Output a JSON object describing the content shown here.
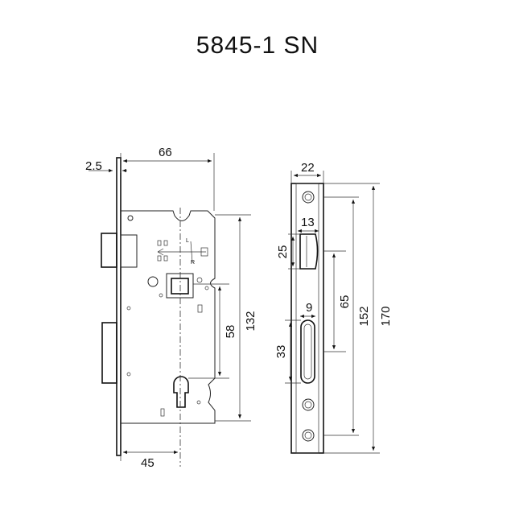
{
  "title": "5845-1 SN",
  "dimensions": {
    "faceplate_thickness": "2.5",
    "backset_width": "66",
    "case_height": "132",
    "handle_to_cylinder": "58",
    "backset": "45",
    "faceplate_width": "22",
    "latch_width": "13",
    "latch_height": "25",
    "bolt_width": "9",
    "bolt_height": "33",
    "latch_to_bolt": "65",
    "screw_spacing": "152",
    "faceplate_length": "170"
  }
}
